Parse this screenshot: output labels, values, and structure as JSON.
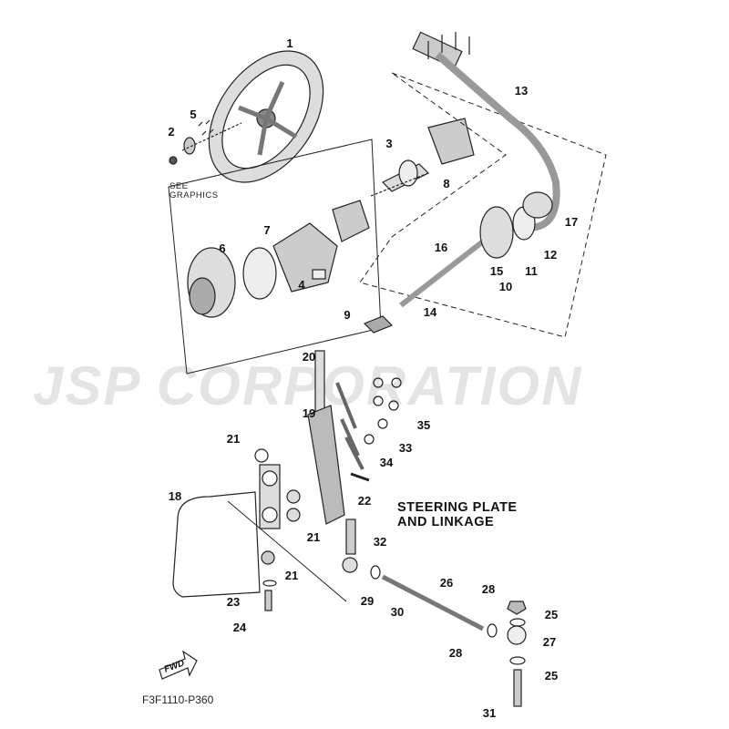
{
  "watermark": "JSP CORPORATION",
  "title_line1": "STEERING PLATE",
  "title_line2": "AND LINKAGE",
  "note_line1": "SEE",
  "note_line2": "GRAPHICS",
  "diagram_code": "F3F1110-P360",
  "fwd_label": "FWD",
  "callouts": [
    "1",
    "5",
    "2",
    "3",
    "8",
    "13",
    "17",
    "12",
    "11",
    "16",
    "15",
    "10",
    "14",
    "9",
    "7",
    "6",
    "4",
    "20",
    "19",
    "35",
    "33",
    "34",
    "21",
    "22",
    "18",
    "21",
    "32",
    "21",
    "23",
    "24",
    "26",
    "29",
    "30",
    "28",
    "25",
    "27",
    "28",
    "25",
    "31"
  ]
}
